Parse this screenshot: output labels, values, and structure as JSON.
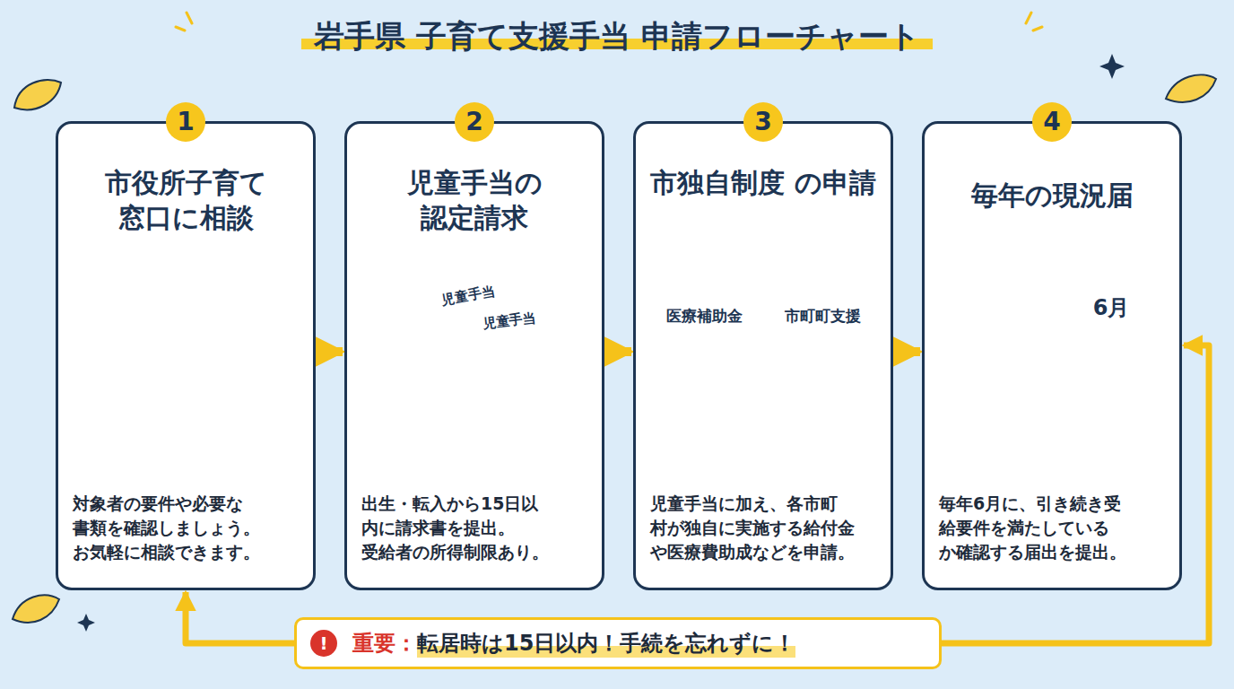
{
  "diagram": {
    "title": "岩手県 子育て支援手当 申請フローチャート",
    "nodes": [
      {
        "text": [
          "1",
          "市役所子育て 窓口に相談",
          "対象者の要件や必要な 書類を確認しましょう。 お気軽に相談できます。"
        ]
      },
      {
        "text": [
          "2",
          "児童手当の 認定請求",
          "出生・転入から15日以 内に請求書を提出。 受給者の所得制限あり。"
        ]
      },
      {
        "text": [
          "3",
          "市独自制度 の申請",
          "児童手当に加え、各市町 村が独自に実施する給付金 や医療費助成などを申請。"
        ]
      },
      {
        "text": [
          "4",
          "毎年の現況届",
          "毎年6月に、引き続き受 給要件を満たしている か確認する届出を提出。"
        ]
      },
      {
        "text": [
          "重要：",
          "転居時は15日以内！手続を忘れずに！"
        ]
      }
    ],
    "edges": [
      {
        "from": 0,
        "to": 1,
        "arrow": "to"
      },
      {
        "from": 1,
        "to": 2,
        "arrow": "to"
      },
      {
        "from": 2,
        "to": 3,
        "arrow": "to"
      },
      {
        "from": 3,
        "to": 0,
        "arrow": "both"
      }
    ],
    "labels": [
      "児童手当",
      "児童手当",
      "医療補助金",
      "市町町支援",
      "6月",
      "!"
    ]
  }
}
